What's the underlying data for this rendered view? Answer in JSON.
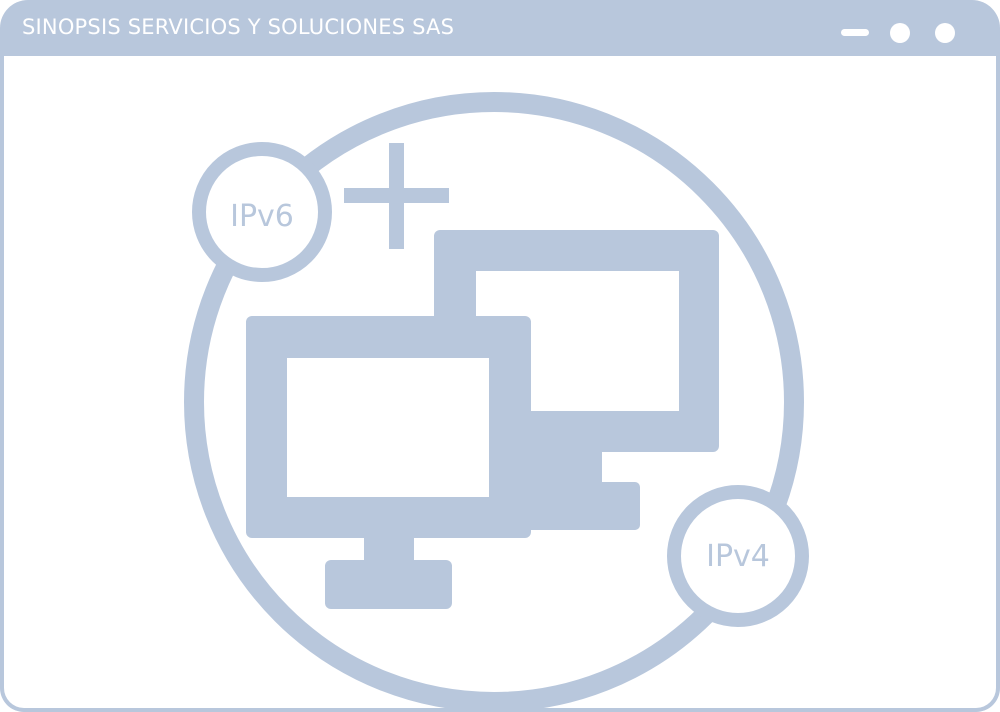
{
  "window": {
    "title": "SINOPSIS SERVICIOS Y SOLUCIONES SAS",
    "controls": {
      "minimize": "minimize-icon",
      "maximize": "circle-icon",
      "close": "circle-icon"
    }
  },
  "illustration": {
    "badges": [
      {
        "label": "IPv6"
      },
      {
        "label": "IPv4"
      }
    ],
    "plus_icon": "plus-icon",
    "monitors_icon": "two-monitors-icon"
  },
  "colors": {
    "accent": "#b8c7dc",
    "background": "#ffffff",
    "title_text": "#ffffff"
  }
}
